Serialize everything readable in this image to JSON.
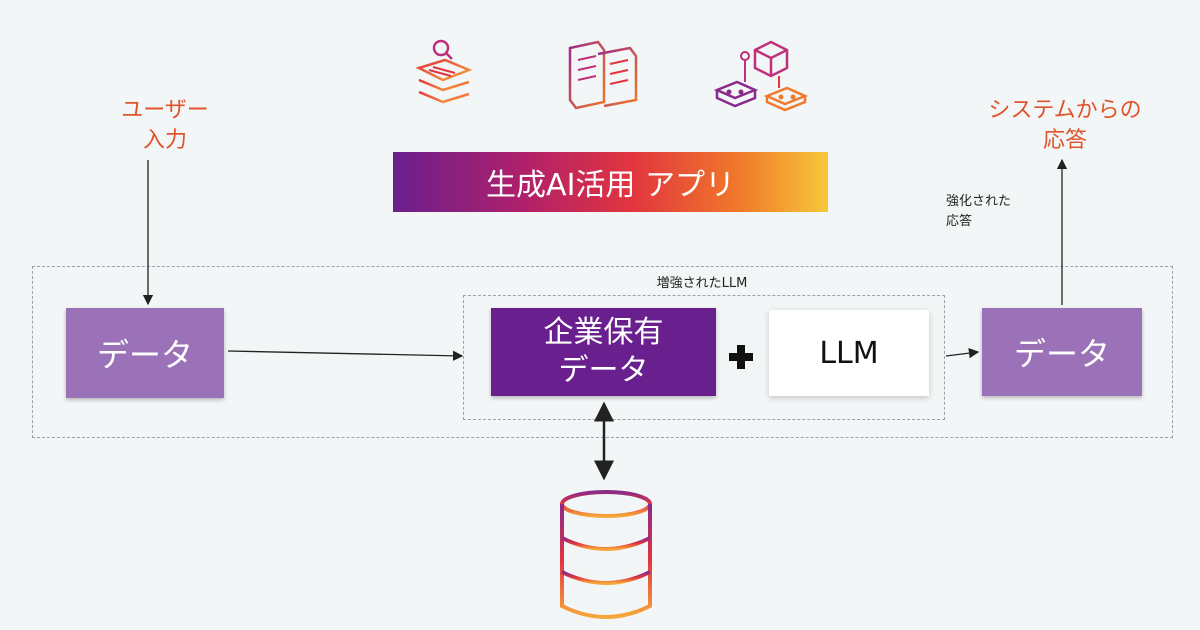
{
  "user_input": {
    "line1": "ユーザー",
    "line2": "入力"
  },
  "system_response": {
    "line1": "システムからの",
    "line2": "応答"
  },
  "banner": {
    "title": "生成AI活用 アプリ"
  },
  "enhanced_response": {
    "line1": "強化された",
    "line2": "応答"
  },
  "augmented_llm": {
    "label": "増強されたLLM"
  },
  "left_data": {
    "label": "データ"
  },
  "enterprise_data": {
    "line1": "企業保有",
    "line2": "データ"
  },
  "llm": {
    "label": "LLM"
  },
  "right_data": {
    "label": "データ"
  },
  "icons": [
    "search-documents-icon",
    "documents-icon",
    "cube-network-icon",
    "database-icon"
  ],
  "colors": {
    "accent_red": "#e0532b",
    "light_purple": "#9b72b8",
    "dark_purple": "#6a1f8f",
    "background": "#f3f6f7"
  }
}
